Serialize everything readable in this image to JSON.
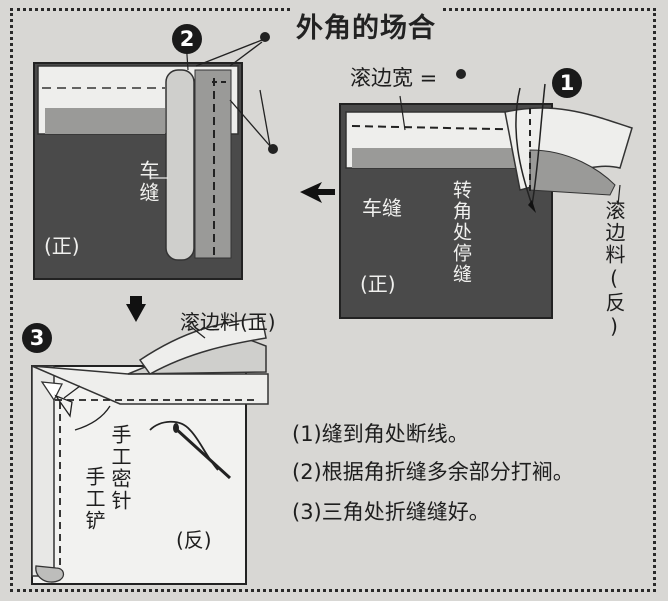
{
  "title": "外角的场合",
  "badges": [
    "1",
    "2",
    "3"
  ],
  "panel1": {
    "binding_width_label": "滚边宽 =",
    "stitch_label": "车缝",
    "turn_label": "转角处停缝",
    "front_label": "(正)",
    "binding_back_label": "滚边料(反)"
  },
  "panel2": {
    "stitch_label": "车缝",
    "front_label": "(正)"
  },
  "panel3": {
    "binding_front_label": "滚边料(正)",
    "hand_slipstitch_label": "手工密针",
    "hand_fell_label": "手工铲",
    "back_label": "(反)"
  },
  "steps": [
    "(1)缝到角处断线。",
    "(2)根据角折缝多余部分打裥。",
    "(3)三角处折缝缝好。"
  ]
}
